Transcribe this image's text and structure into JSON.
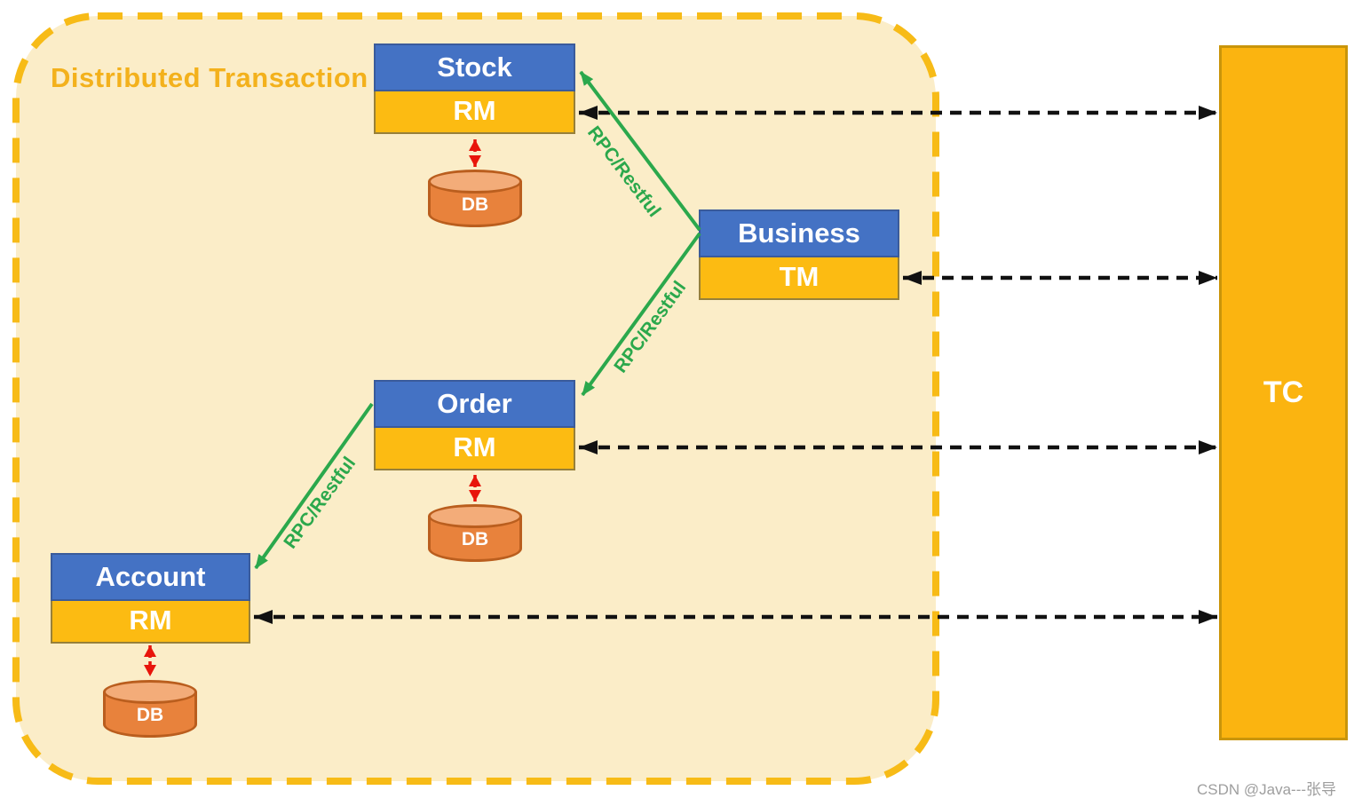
{
  "diagram": {
    "title": "Distributed Transaction",
    "watermark": "CSDN @Java---张导",
    "coordinator": {
      "label": "TC"
    },
    "services": [
      {
        "name": "Stock",
        "component": "RM",
        "db": "DB"
      },
      {
        "name": "Business",
        "component": "TM"
      },
      {
        "name": "Order",
        "component": "RM",
        "db": "DB"
      },
      {
        "name": "Account",
        "component": "RM",
        "db": "DB"
      }
    ],
    "connections": {
      "rpc_links": [
        {
          "from": "Business",
          "to": "Stock",
          "label": "RPC/Restful"
        },
        {
          "from": "Business",
          "to": "Order",
          "label": "RPC/Restful"
        },
        {
          "from": "Order",
          "to": "Account",
          "label": "RPC/Restful"
        }
      ],
      "tc_links": [
        "Stock.RM — TC",
        "Business.TM — TC",
        "Order.RM — TC",
        "Account.RM — TC"
      ],
      "db_links": [
        "Stock.RM — DB",
        "Order.RM — DB",
        "Account.RM — DB"
      ]
    },
    "colors": {
      "container_fill": "#FBEDC8",
      "container_border": "#F7BB17",
      "title_text": "#F3B11C",
      "service_header_blue": "#4472C4",
      "component_band_yellow": "#FCBB12",
      "tc_fill": "#FBB410",
      "db_body": "#E8823C",
      "db_top": "#F3AC79",
      "green_arrow": "#2BA84C",
      "red_arrow": "#E8150B",
      "black_arrow": "#111111"
    }
  }
}
